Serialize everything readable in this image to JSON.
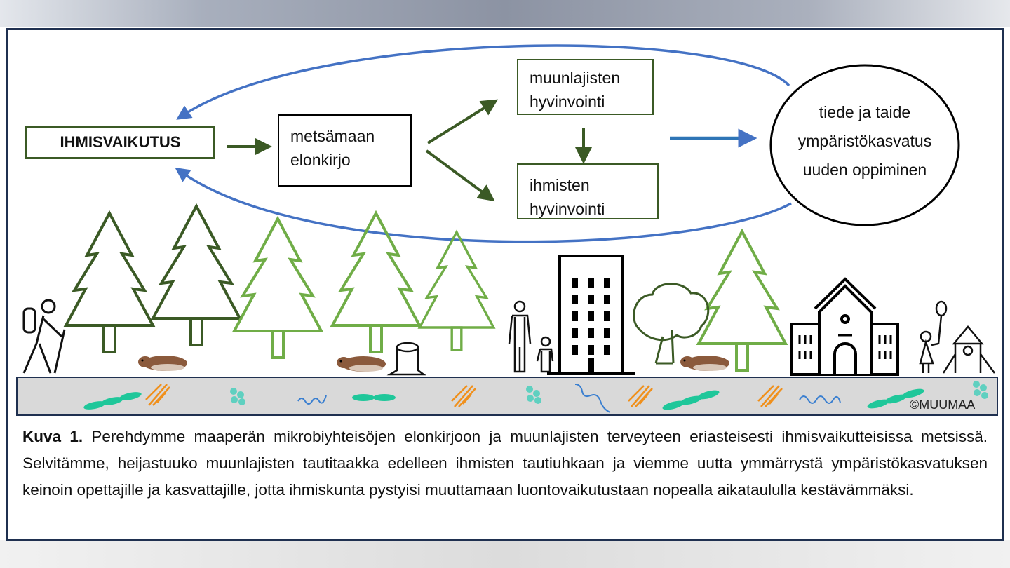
{
  "diagram": {
    "impact_box": "IHMISVAIKUTUS",
    "forest_soil_box": [
      "metsämaan",
      "elonkirjo"
    ],
    "other_species_box": [
      "muunlajisten",
      "hyvinvointi"
    ],
    "human_box": [
      "ihmisten",
      "hyvinvointi"
    ],
    "circle": [
      "tiede ja taide",
      "ympäristökasvatus",
      "uuden oppiminen"
    ],
    "copyright": "©MUUMAA",
    "colors": {
      "dark_green": "#3b5a25",
      "light_green": "#70ad47",
      "blue_arrow": "#4472c4",
      "frame": "#1f3050",
      "soil": "#d9d9d9"
    }
  },
  "caption": {
    "label": "Kuva 1.",
    "text": "Perehdymme maaperän mikrobiyhteisöjen elonkirjoon ja muunlajisten terveyteen eriasteisesti ihmisvaikutteisissa metsissä. Selvitämme, heijastuuko muunlajisten tautitaakka edelleen ihmisten tautiuhkaan ja viemme uutta ymmärrystä ympäristökasvatuksen keinoin opettajille ja kasvattajille, jotta ihmiskunta pystyisi muuttamaan luontovaikutustaan nopealla aikataululla kestävämmäksi."
  }
}
